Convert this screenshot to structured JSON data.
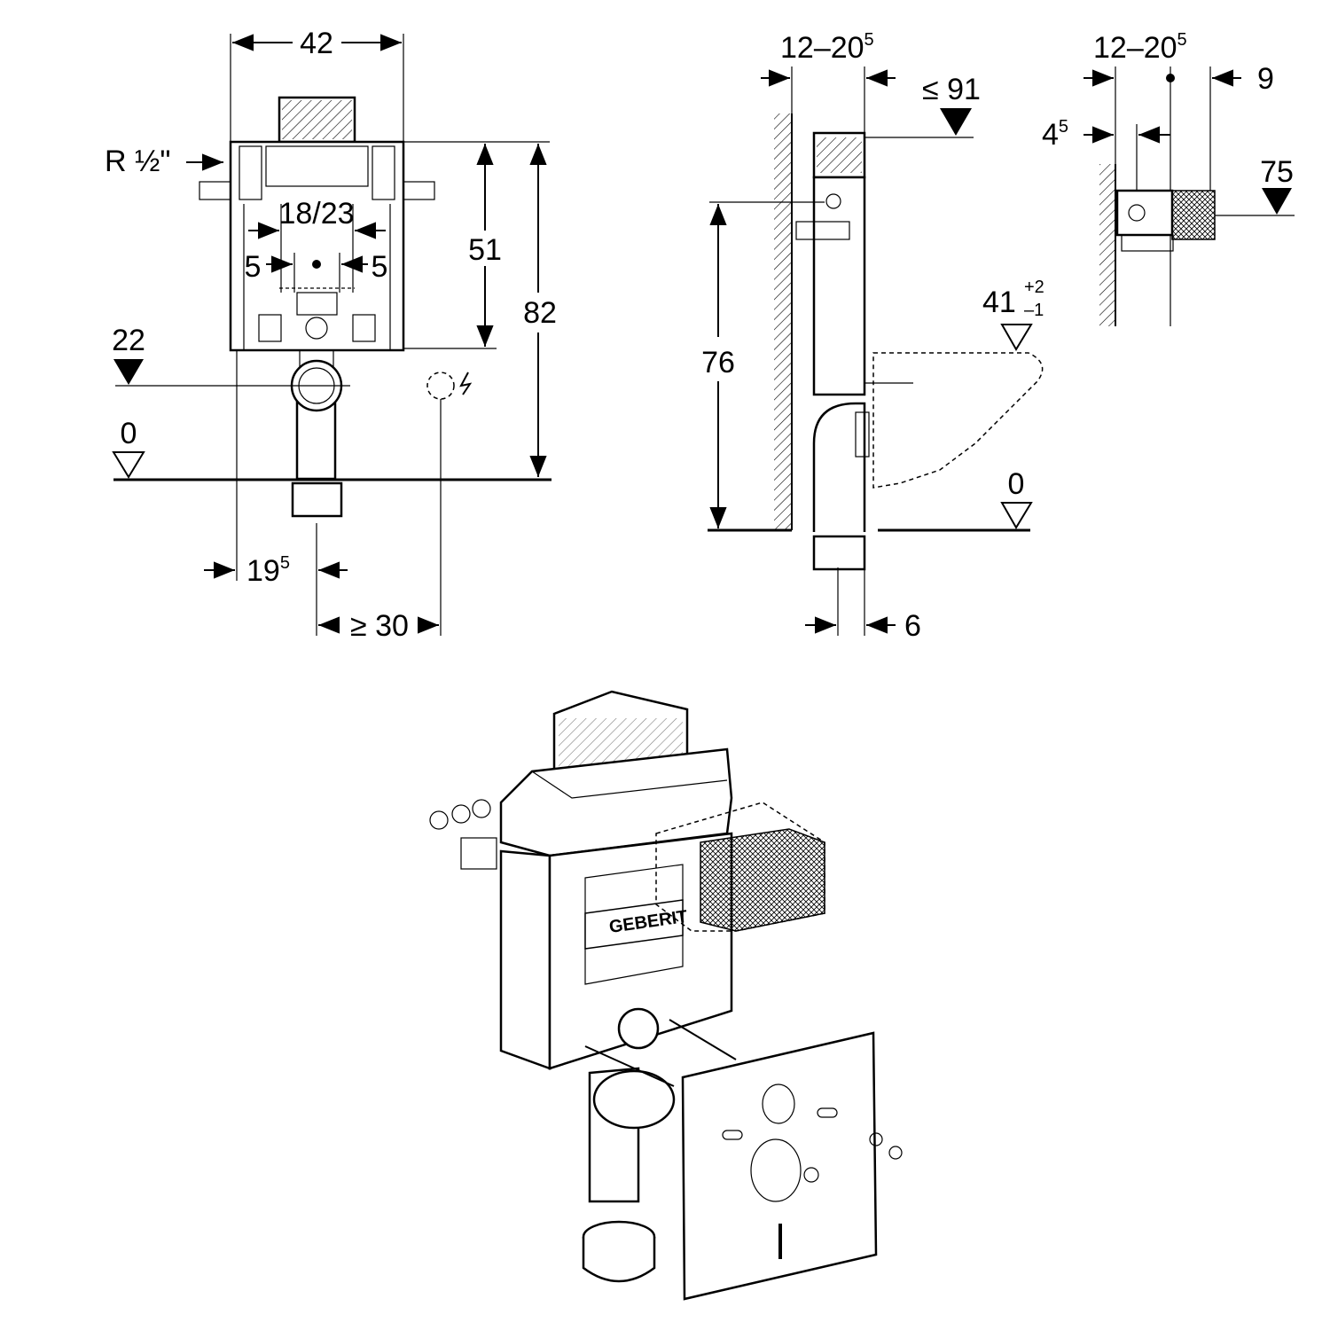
{
  "front_view": {
    "width": "42",
    "connection": "R ½\"",
    "inner_spacing": "18/23",
    "left_offset": "5",
    "right_offset": "5",
    "tank_height": "51",
    "total_height": "82",
    "outlet_height": "22",
    "floor_level": "0",
    "side_offset": "19",
    "side_offset_sup": "5",
    "socket_distance": "≥ 30"
  },
  "side_view": {
    "wall_gap": "12–20",
    "wall_gap_sup": "5",
    "max_height": "≤ 91",
    "bolt_height": "76",
    "seat_height": "41",
    "seat_tol_plus": "+2",
    "seat_tol_minus": "–1",
    "floor_level": "0",
    "pipe_offset": "6"
  },
  "detail_view": {
    "wall_gap": "12–20",
    "wall_gap_sup": "5",
    "box_depth": "9",
    "inner_offset": "4",
    "inner_offset_sup": "5",
    "box_height": "75"
  },
  "iso_view": {
    "brand": "GEBERIT"
  }
}
